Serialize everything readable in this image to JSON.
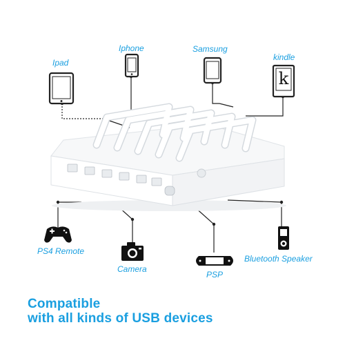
{
  "devices_top": {
    "ipad": "Ipad",
    "iphone": "Iphone",
    "samsung": "Samsung",
    "kindle": "kindle"
  },
  "devices_bottom": {
    "ps4": "PS4 Remote",
    "camera": "Camera",
    "psp": "PSP",
    "speaker": "Bluetooth Speaker"
  },
  "kindle_icon_letter": "k",
  "headline": {
    "line1": "Compatible",
    "line2": "with all kinds of USB devices"
  },
  "colors": {
    "accent": "#1a9fe0",
    "line": "#222222",
    "device_body": "#ffffff",
    "device_edge": "#d9dde2"
  }
}
